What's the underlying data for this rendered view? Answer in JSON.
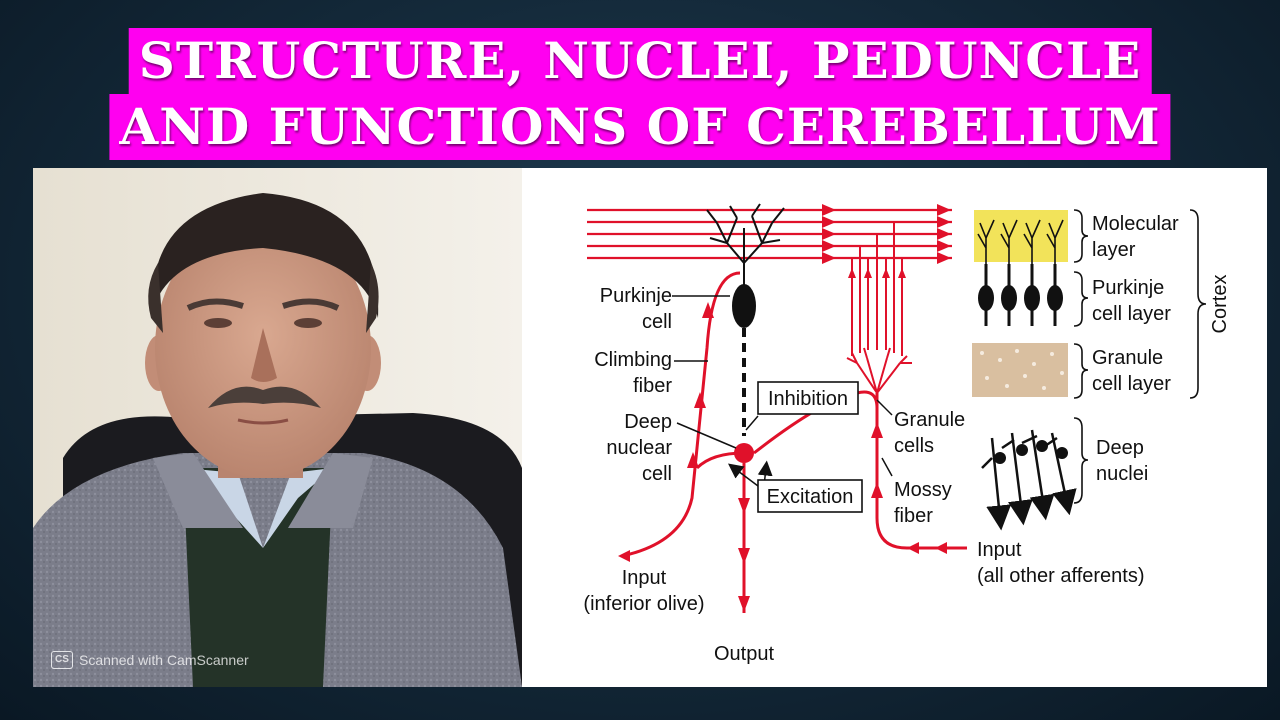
{
  "title": {
    "line1": "STRUCTURE, NUCLEI, PEDUNCLE",
    "line2": "AND FUNCTIONS OF CEREBELLUM"
  },
  "photo": {
    "watermark_badge": "CS",
    "watermark_text": "Scanned with CamScanner"
  },
  "diagram": {
    "labels": {
      "purkinje_1": "Purkinje",
      "purkinje_2": "cell",
      "climbing_1": "Climbing",
      "climbing_2": "fiber",
      "deep_nuclear_1": "Deep",
      "deep_nuclear_2": "nuclear",
      "deep_nuclear_3": "cell",
      "inhibition": "Inhibition",
      "excitation": "Excitation",
      "granule_1": "Granule",
      "granule_2": "cells",
      "mossy_1": "Mossy",
      "mossy_2": "fiber",
      "input_left_1": "Input",
      "input_left_2": "(inferior olive)",
      "output": "Output",
      "input_right_1": "Input",
      "input_right_2": "(all other afferents)"
    },
    "legend": {
      "molecular_1": "Molecular",
      "molecular_2": "layer",
      "purkinje_layer_1": "Purkinje",
      "purkinje_layer_2": "cell layer",
      "granule_layer_1": "Granule",
      "granule_layer_2": "cell layer",
      "deep_nuclei_1": "Deep",
      "deep_nuclei_2": "nuclei",
      "cortex": "Cortex"
    },
    "colors": {
      "fiber_red": "#e0112a",
      "black": "#111111",
      "molecular_yellow": "#f2e35a",
      "granule_tan": "#d9bfa0",
      "title_magenta": "#ff00f0"
    }
  }
}
